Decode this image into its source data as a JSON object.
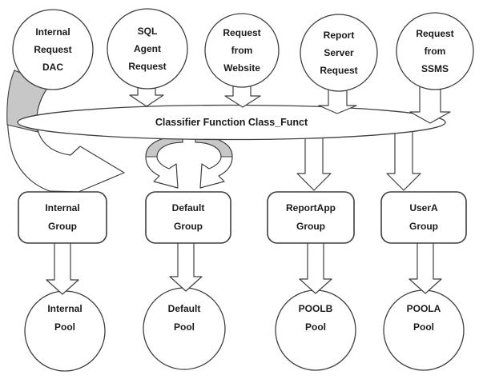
{
  "colors": {
    "shape_outline": "#3f3f3f",
    "shape_fill": "#ffffff",
    "arrow_accent_gray": "#c7c7c7",
    "text": "#1a1a1a",
    "background": "#ffffff"
  },
  "classifier": {
    "label": "Classifier Function Class_Funct"
  },
  "sources": [
    {
      "lines": [
        "Internal",
        "Request",
        "DAC"
      ]
    },
    {
      "lines": [
        "SQL",
        "Agent",
        "Request"
      ]
    },
    {
      "lines": [
        "Request",
        "from",
        "Website"
      ]
    },
    {
      "lines": [
        "Report",
        "Server",
        "Request"
      ]
    },
    {
      "lines": [
        "Request",
        "from",
        "SSMS"
      ]
    }
  ],
  "groups": [
    {
      "lines": [
        "Internal",
        "Group"
      ]
    },
    {
      "lines": [
        "Default",
        "Group"
      ]
    },
    {
      "lines": [
        "ReportApp",
        "Group"
      ]
    },
    {
      "lines": [
        "UserA",
        "Group"
      ]
    }
  ],
  "pools": [
    {
      "lines": [
        "Internal",
        "Pool"
      ]
    },
    {
      "lines": [
        "Default",
        "Pool"
      ]
    },
    {
      "lines": [
        "POOLB",
        "Pool"
      ]
    },
    {
      "lines": [
        "POOLA",
        "Pool"
      ]
    }
  ]
}
